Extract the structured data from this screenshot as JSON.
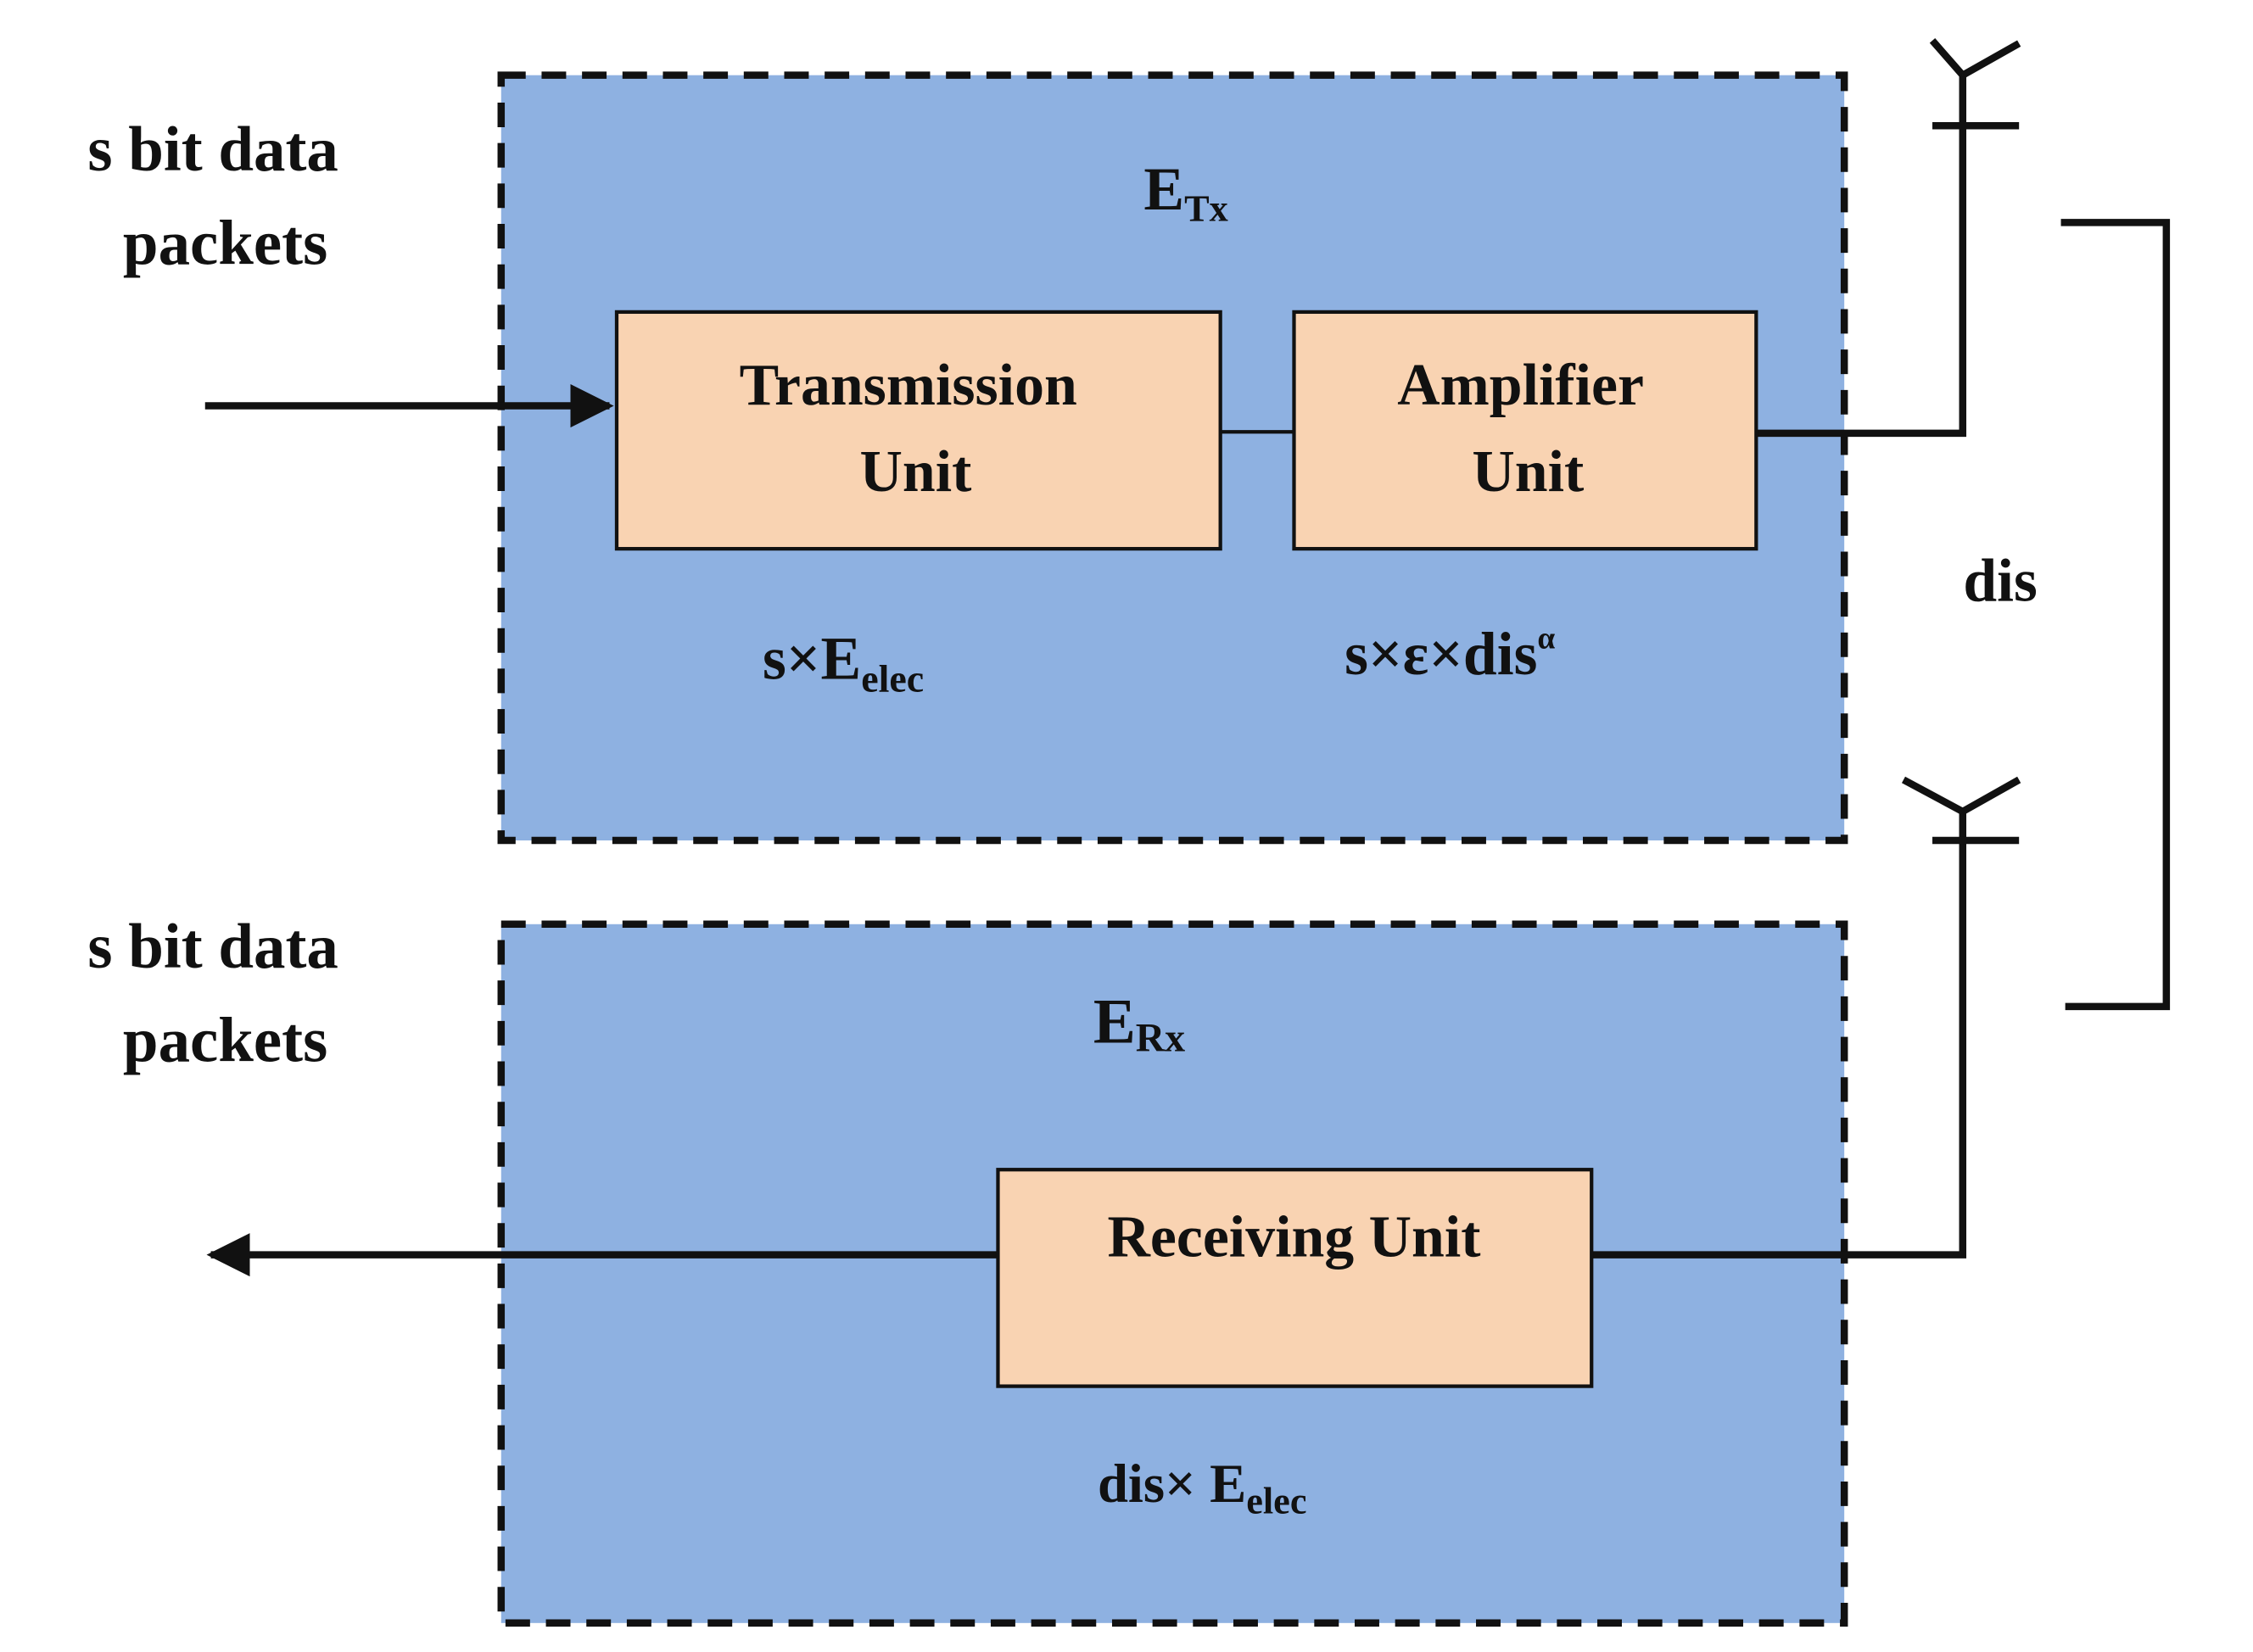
{
  "colors": {
    "panel_fill": "#8eb1e1",
    "unit_fill": "#f9d3b2",
    "stroke": "#111111"
  },
  "input_label": {
    "line1": "s bit data",
    "line2": "packets"
  },
  "output_label": {
    "line1": "s bit data",
    "line2": "packets"
  },
  "tx_panel": {
    "title_main": "E",
    "title_sub": "Tx",
    "transmission_unit": {
      "line1": "Transmission",
      "line2": "Unit"
    },
    "amplifier_unit": {
      "line1": "Amplifier",
      "line2": "Unit"
    },
    "transmission_energy": {
      "main": "s×E",
      "sub": "elec"
    },
    "amplifier_energy": {
      "main": "s×ε×dis",
      "sup": "α"
    }
  },
  "rx_panel": {
    "title_main": "E",
    "title_sub": "Rx",
    "receiving_unit": {
      "line1": "Receiving Unit"
    },
    "receiving_energy": {
      "main": "dis× E",
      "sub": "elec"
    }
  },
  "distance_label": "dis"
}
